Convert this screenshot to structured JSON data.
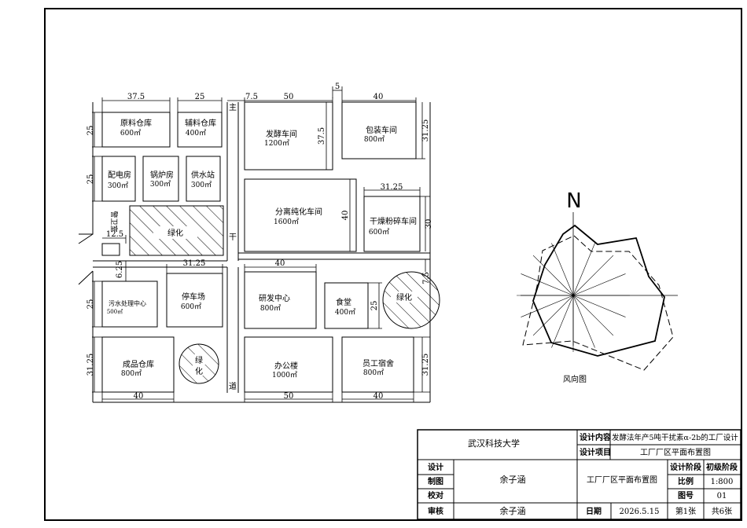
{
  "buildings": {
    "raw_warehouse": {
      "name": "原料仓库",
      "area": "600㎡"
    },
    "aux_warehouse": {
      "name": "辅料仓库",
      "area": "400㎡"
    },
    "power_room": {
      "name": "配电房",
      "area": "300㎡"
    },
    "boiler_room": {
      "name": "锅炉房",
      "area": "300㎡"
    },
    "water_station": {
      "name": "供水站",
      "area": "300㎡"
    },
    "fermentation": {
      "name": "发酵车间",
      "area": "1200㎡"
    },
    "packaging": {
      "name": "包装车间",
      "area": "800㎡"
    },
    "separation": {
      "name": "分离纯化车间",
      "area": "1600㎡"
    },
    "drying": {
      "name": "干燥粉碎车间",
      "area": "600㎡"
    },
    "sewage": {
      "name": "污水处理中心",
      "area": "500㎡"
    },
    "parking": {
      "name": "停车场",
      "area": "600㎡"
    },
    "rnd": {
      "name": "研发中心",
      "area": "800㎡"
    },
    "canteen": {
      "name": "食堂",
      "area": "400㎡"
    },
    "finished_warehouse": {
      "name": "成品仓库",
      "area": "800㎡"
    },
    "office": {
      "name": "办公楼",
      "area": "1000㎡"
    },
    "dormitory": {
      "name": "员工宿舍",
      "area": "800㎡"
    }
  },
  "green": {
    "left_band": "绿化",
    "right_circle": "绿化",
    "small_circle_1": "绿",
    "small_circle_2": "化"
  },
  "guard": "警卫室",
  "road": {
    "c1": "主",
    "c2": "干",
    "c3": "道"
  },
  "dims": {
    "d37_5_top": "37.5",
    "d25_top": "25",
    "d7_5_top": "7.5",
    "d50_top": "50",
    "d5_top": "5",
    "d40_top": "40",
    "d25_left_a": "25",
    "d25_left_b": "25",
    "d37_5_v": "37.5",
    "d31_25_right": "31.25",
    "d31_25_dry": "31.25",
    "d40_sep": "40",
    "d30_dry": "30",
    "d12_5": "12.5",
    "d6_25": "6.25",
    "d31_25_park": "31.25",
    "d40_rnd": "40",
    "d7_5_right": "7.5",
    "d25_sewage": "25",
    "d25_canteen": "25",
    "d31_25_left_b": "31.25",
    "d31_25_right_b": "31.25",
    "d40_bot_a": "40",
    "d50_bot": "50",
    "d40_bot_b": "40"
  },
  "wind_rose": {
    "north": "N",
    "caption": "风向图"
  },
  "title_block": {
    "school": "武汉科技大学",
    "design_content_label": "设计内容",
    "design_content": "发酵法年产5吨干扰素α-2b的工厂设计",
    "design_item_label": "设计项目",
    "design_item": "工厂厂区平面布置图",
    "row_design": "设计",
    "row_draw": "制图",
    "row_check": "校对",
    "row_review": "审核",
    "designer": "余子涵",
    "reviewer": "余子涵",
    "drawing_name": "工厂厂区平面布置图",
    "stage_label": "设计阶段",
    "stage": "初级阶段",
    "scale_label": "比例",
    "scale": "1:800",
    "number_label": "图号",
    "number": "01",
    "date_label": "日期",
    "date": "2026.5.15",
    "sheet": "第1张",
    "total": "共6张"
  }
}
